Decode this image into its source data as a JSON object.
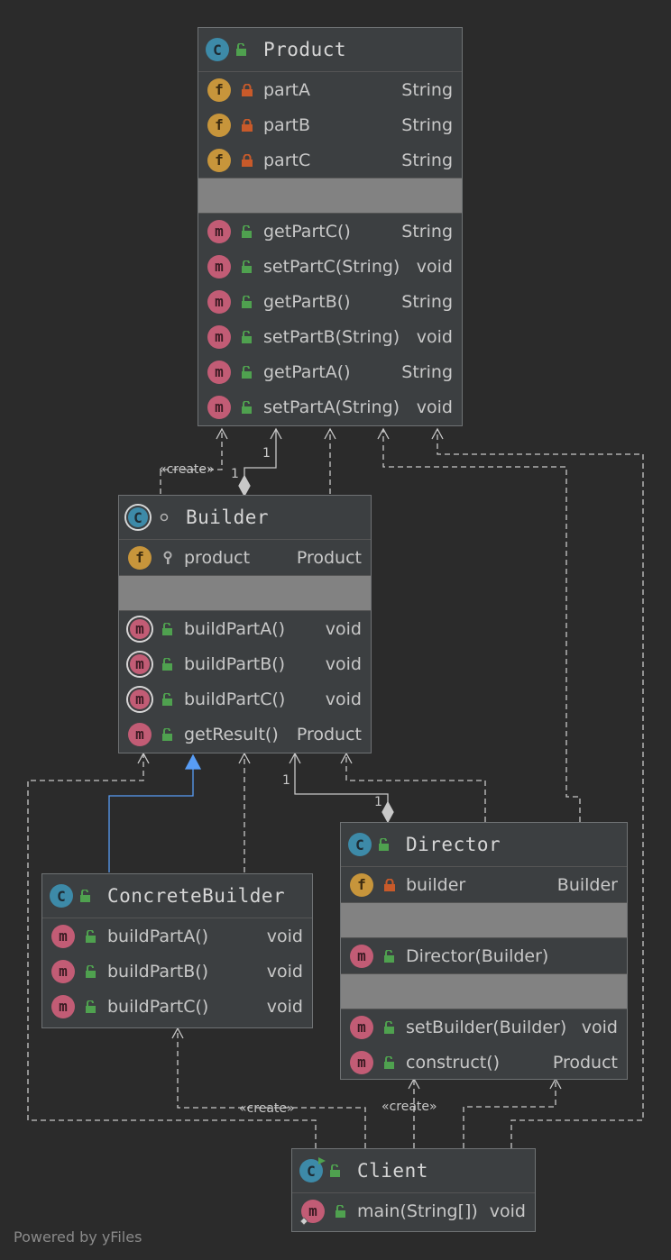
{
  "classes": {
    "product": {
      "name": "Product",
      "fields": [
        {
          "name": "partA",
          "type": "String"
        },
        {
          "name": "partB",
          "type": "String"
        },
        {
          "name": "partC",
          "type": "String"
        }
      ],
      "methods": [
        {
          "name": "getPartC()",
          "type": "String"
        },
        {
          "name": "setPartC(String)",
          "type": "void"
        },
        {
          "name": "getPartB()",
          "type": "String"
        },
        {
          "name": "setPartB(String)",
          "type": "void"
        },
        {
          "name": "getPartA()",
          "type": "String"
        },
        {
          "name": "setPartA(String)",
          "type": "void"
        }
      ]
    },
    "builder": {
      "name": "Builder",
      "fields": [
        {
          "name": "product",
          "type": "Product"
        }
      ],
      "methods": [
        {
          "name": "buildPartA()",
          "type": "void"
        },
        {
          "name": "buildPartB()",
          "type": "void"
        },
        {
          "name": "buildPartC()",
          "type": "void"
        },
        {
          "name": "getResult()",
          "type": "Product"
        }
      ]
    },
    "concrete_builder": {
      "name": "ConcreteBuilder",
      "methods": [
        {
          "name": "buildPartA()",
          "type": "void"
        },
        {
          "name": "buildPartB()",
          "type": "void"
        },
        {
          "name": "buildPartC()",
          "type": "void"
        }
      ]
    },
    "director": {
      "name": "Director",
      "fields": [
        {
          "name": "builder",
          "type": "Builder"
        }
      ],
      "constructors": [
        {
          "name": "Director(Builder)",
          "type": ""
        }
      ],
      "methods": [
        {
          "name": "setBuilder(Builder)",
          "type": "void"
        },
        {
          "name": "construct()",
          "type": "Product"
        }
      ]
    },
    "client": {
      "name": "Client",
      "methods": [
        {
          "name": "main(String[])",
          "type": "void"
        }
      ]
    }
  },
  "edge_labels": {
    "create": "«create»",
    "one": "1"
  },
  "footer": "Powered by yFiles",
  "colors": {
    "background": "#2b2b2b",
    "class_badge": "#3d8aa8",
    "field_badge": "#c7953b",
    "method_badge": "#c25c75",
    "public_lock": "#4fa14f",
    "private_lock": "#c85a2a",
    "inheritance": "#589df6"
  }
}
